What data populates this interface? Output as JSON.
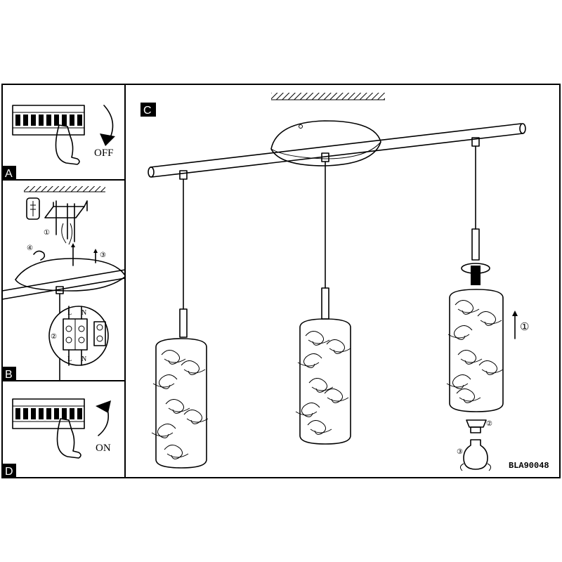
{
  "panels": {
    "A": {
      "tag": "A",
      "switch_label": "OFF"
    },
    "B": {
      "tag": "B",
      "steps": [
        "①",
        "②",
        "③",
        "④"
      ],
      "terminals_top": [
        "L",
        "N"
      ],
      "terminals_bottom": [
        "L",
        "N"
      ]
    },
    "C": {
      "tag": "C",
      "steps": [
        "①",
        "②",
        "③"
      ]
    },
    "D": {
      "tag": "D",
      "switch_label": "ON"
    }
  },
  "model_code": "BLA90048"
}
